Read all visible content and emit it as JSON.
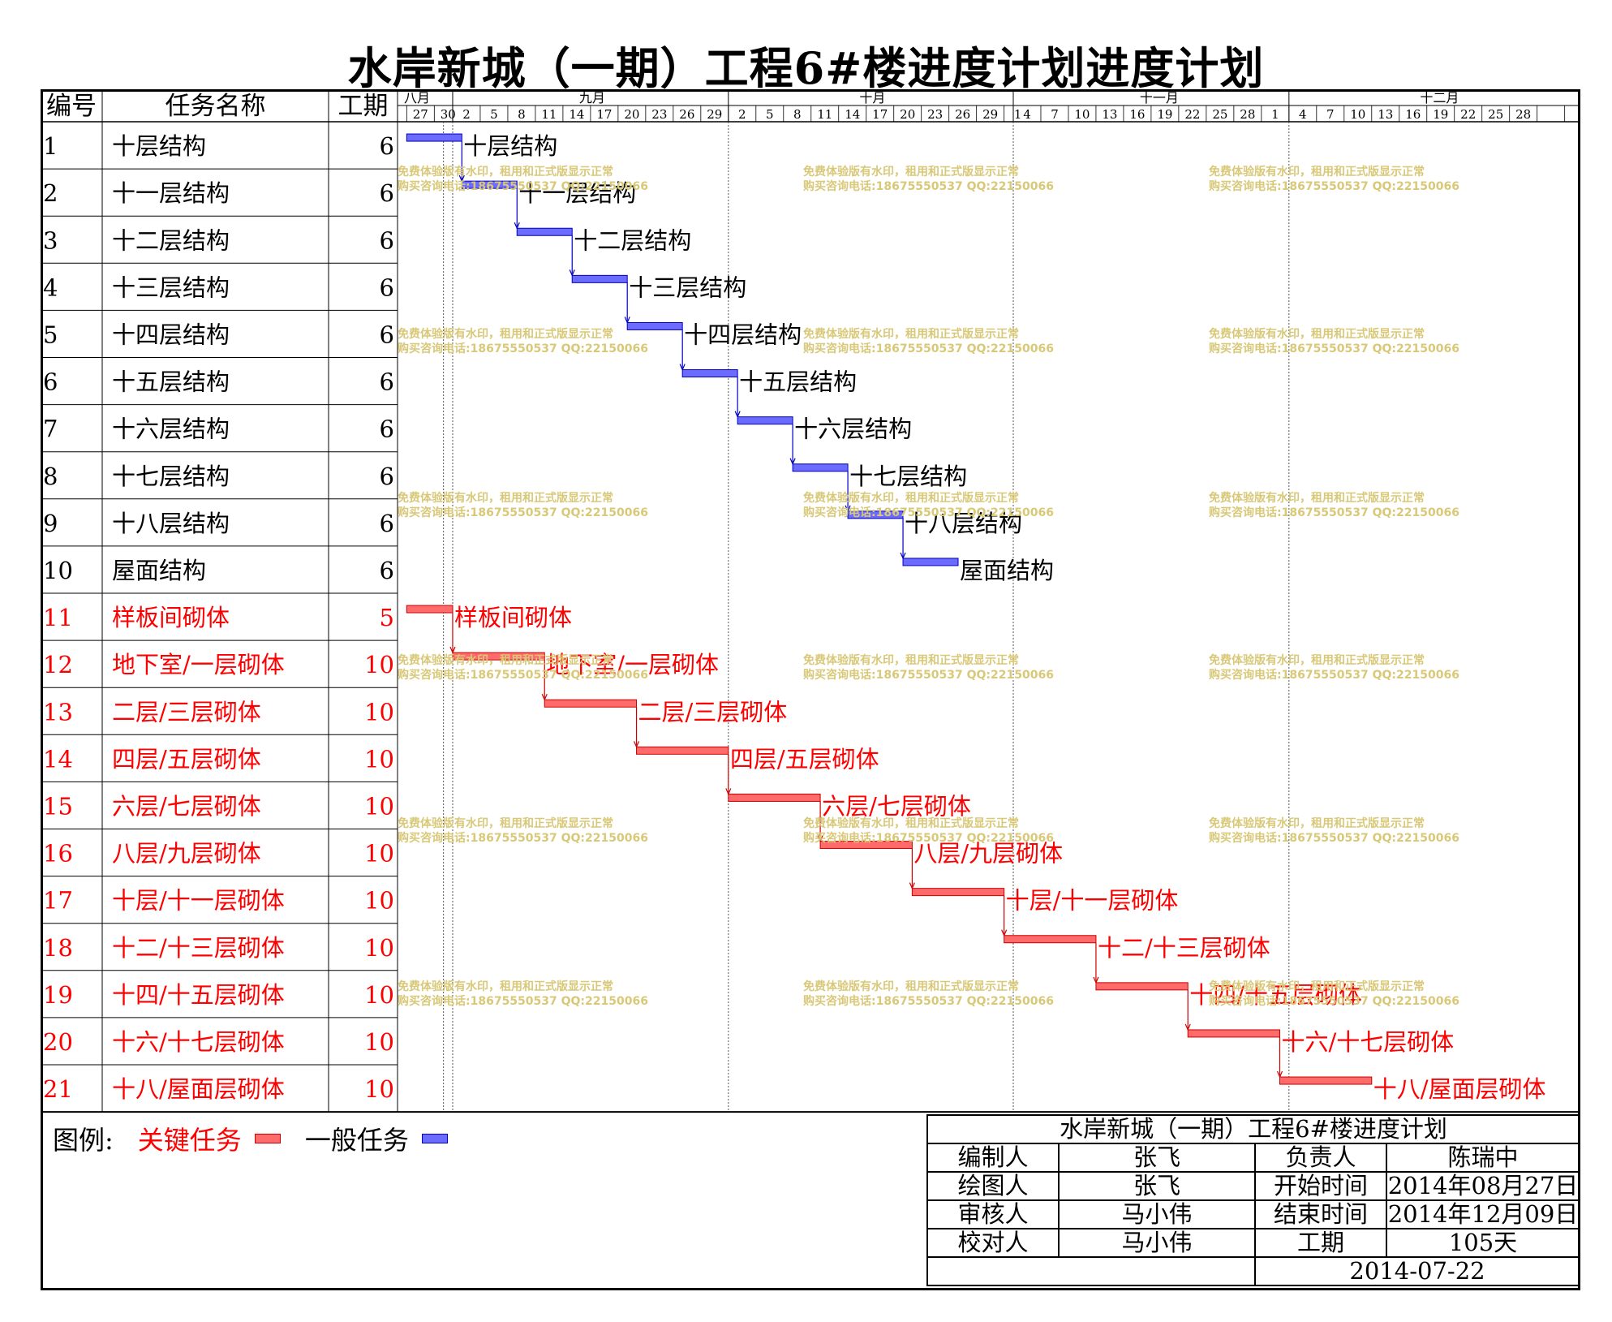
{
  "title": "水岸新城（一期）工程6#楼进度计划进度计划",
  "chart_data": {
    "type": "gantt",
    "columns": {
      "id": "编号",
      "name": "任务名称",
      "duration": "工期"
    },
    "months": [
      {
        "label": "八月",
        "start": "2014-08-26"
      },
      {
        "label": "九月",
        "start": "2014-09-01"
      },
      {
        "label": "十月",
        "start": "2014-10-01"
      },
      {
        "label": "十一月",
        "start": "2014-11-01"
      },
      {
        "label": "十二月",
        "start": "2014-12-01"
      }
    ],
    "timeline_start": "2014-08-26",
    "timeline_end": "2014-12-31",
    "day_ticks": [
      "27",
      "30",
      "2",
      "5",
      "8",
      "11",
      "14",
      "17",
      "20",
      "23",
      "26",
      "29",
      "2",
      "5",
      "8",
      "11",
      "14",
      "17",
      "20",
      "23",
      "26",
      "29",
      "1",
      "4",
      "7",
      "10",
      "13",
      "16",
      "19",
      "22",
      "25",
      "28",
      "1",
      "4",
      "7",
      "10",
      "13",
      "16",
      "19",
      "22",
      "25",
      "28"
    ],
    "tasks": [
      {
        "id": "1",
        "name": "十层结构",
        "duration": "6",
        "start": "2014-08-27",
        "end": "2014-09-01",
        "critical": false
      },
      {
        "id": "2",
        "name": "十一层结构",
        "duration": "6",
        "start": "2014-09-02",
        "end": "2014-09-07",
        "critical": false
      },
      {
        "id": "3",
        "name": "十二层结构",
        "duration": "6",
        "start": "2014-09-08",
        "end": "2014-09-13",
        "critical": false
      },
      {
        "id": "4",
        "name": "十三层结构",
        "duration": "6",
        "start": "2014-09-14",
        "end": "2014-09-19",
        "critical": false
      },
      {
        "id": "5",
        "name": "十四层结构",
        "duration": "6",
        "start": "2014-09-20",
        "end": "2014-09-25",
        "critical": false
      },
      {
        "id": "6",
        "name": "十五层结构",
        "duration": "6",
        "start": "2014-09-26",
        "end": "2014-10-01",
        "critical": false
      },
      {
        "id": "7",
        "name": "十六层结构",
        "duration": "6",
        "start": "2014-10-02",
        "end": "2014-10-07",
        "critical": false
      },
      {
        "id": "8",
        "name": "十七层结构",
        "duration": "6",
        "start": "2014-10-08",
        "end": "2014-10-13",
        "critical": false
      },
      {
        "id": "9",
        "name": "十八层结构",
        "duration": "6",
        "start": "2014-10-14",
        "end": "2014-10-19",
        "critical": false
      },
      {
        "id": "10",
        "name": "屋面结构",
        "duration": "6",
        "start": "2014-10-20",
        "end": "2014-10-25",
        "critical": false
      },
      {
        "id": "11",
        "name": "样板间砌体",
        "duration": "5",
        "start": "2014-08-27",
        "end": "2014-08-31",
        "critical": true
      },
      {
        "id": "12",
        "name": "地下室/一层砌体",
        "duration": "10",
        "start": "2014-09-01",
        "end": "2014-09-10",
        "critical": true
      },
      {
        "id": "13",
        "name": "二层/三层砌体",
        "duration": "10",
        "start": "2014-09-11",
        "end": "2014-09-20",
        "critical": true
      },
      {
        "id": "14",
        "name": "四层/五层砌体",
        "duration": "10",
        "start": "2014-09-21",
        "end": "2014-09-30",
        "critical": true
      },
      {
        "id": "15",
        "name": "六层/七层砌体",
        "duration": "10",
        "start": "2014-10-01",
        "end": "2014-10-10",
        "critical": true
      },
      {
        "id": "16",
        "name": "八层/九层砌体",
        "duration": "10",
        "start": "2014-10-11",
        "end": "2014-10-20",
        "critical": true
      },
      {
        "id": "17",
        "name": "十层/十一层砌体",
        "duration": "10",
        "start": "2014-10-21",
        "end": "2014-10-30",
        "critical": true
      },
      {
        "id": "18",
        "name": "十二/十三层砌体",
        "duration": "10",
        "start": "2014-10-31",
        "end": "2014-11-09",
        "critical": true
      },
      {
        "id": "19",
        "name": "十四/十五层砌体",
        "duration": "10",
        "start": "2014-11-10",
        "end": "2014-11-19",
        "critical": true
      },
      {
        "id": "20",
        "name": "十六/十七层砌体",
        "duration": "10",
        "start": "2014-11-20",
        "end": "2014-11-29",
        "critical": true
      },
      {
        "id": "21",
        "name": "十八/屋面层砌体",
        "duration": "10",
        "start": "2014-11-30",
        "end": "2014-12-09",
        "critical": true
      }
    ]
  },
  "colors": {
    "critical": "#ff6b6b",
    "critical_text": "#ff0000",
    "normal": "#6b6bff",
    "normal_text": "#000000"
  },
  "legend": {
    "label": "图例:",
    "critical": "关键任务",
    "normal": "一般任务"
  },
  "watermark": {
    "line1": "免费体验版有水印，租用和正式版显示正常",
    "line2": "购买咨询电话:18675550537 QQ:22150066"
  },
  "info": {
    "title": "水岸新城（一期）工程6#楼进度计划",
    "editor_label": "编制人",
    "editor": "张飞",
    "owner_label": "负责人",
    "owner": "陈瑞中",
    "drawer_label": "绘图人",
    "drawer": "张飞",
    "start_label": "开始时间",
    "start": "2014年08月27日",
    "reviewer_label": "审核人",
    "reviewer": "马小伟",
    "end_label": "结束时间",
    "end": "2014年12月09日",
    "checker_label": "校对人",
    "checker": "马小伟",
    "duration_label": "工期",
    "duration": "105天",
    "date": "2014-07-22"
  }
}
